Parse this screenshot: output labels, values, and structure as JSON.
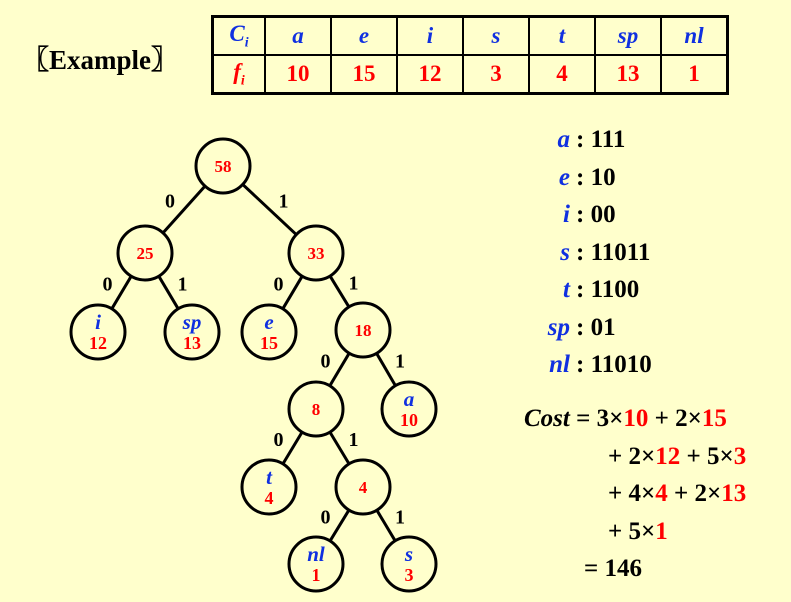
{
  "title": "〖Example〗",
  "table": {
    "row1_label": "C",
    "row1_sub": "i",
    "row2_label": "f",
    "row2_sub": "i",
    "chars": [
      "a",
      "e",
      "i",
      "s",
      "t",
      "sp",
      "nl"
    ],
    "freqs": [
      "10",
      "15",
      "12",
      "3",
      "4",
      "13",
      "1"
    ]
  },
  "tree": {
    "nodes": [
      {
        "id": "r",
        "value": "58",
        "char": ""
      },
      {
        "id": "n25",
        "value": "25",
        "char": ""
      },
      {
        "id": "n33",
        "value": "33",
        "char": ""
      },
      {
        "id": "i",
        "value": "12",
        "char": "i"
      },
      {
        "id": "sp",
        "value": "13",
        "char": "sp"
      },
      {
        "id": "e",
        "value": "15",
        "char": "e"
      },
      {
        "id": "n18",
        "value": "18",
        "char": ""
      },
      {
        "id": "n8",
        "value": "8",
        "char": ""
      },
      {
        "id": "a",
        "value": "10",
        "char": "a"
      },
      {
        "id": "t",
        "value": "4",
        "char": "t"
      },
      {
        "id": "n4",
        "value": "4",
        "char": ""
      },
      {
        "id": "nl",
        "value": "1",
        "char": "nl"
      },
      {
        "id": "s",
        "value": "3",
        "char": "s"
      }
    ],
    "edges": [
      {
        "from": "r",
        "to": "n25",
        "bit": "0"
      },
      {
        "from": "r",
        "to": "n33",
        "bit": "1"
      },
      {
        "from": "n25",
        "to": "i",
        "bit": "0"
      },
      {
        "from": "n25",
        "to": "sp",
        "bit": "1"
      },
      {
        "from": "n33",
        "to": "e",
        "bit": "0"
      },
      {
        "from": "n33",
        "to": "n18",
        "bit": "1"
      },
      {
        "from": "n18",
        "to": "n8",
        "bit": "0"
      },
      {
        "from": "n18",
        "to": "a",
        "bit": "1"
      },
      {
        "from": "n8",
        "to": "t",
        "bit": "0"
      },
      {
        "from": "n8",
        "to": "n4",
        "bit": "1"
      },
      {
        "from": "n4",
        "to": "nl",
        "bit": "0"
      },
      {
        "from": "n4",
        "to": "s",
        "bit": "1"
      }
    ]
  },
  "codes": [
    {
      "char": "a",
      "code": ": 111"
    },
    {
      "char": "e",
      "code": ": 10"
    },
    {
      "char": "i",
      "code": ": 00"
    },
    {
      "char": "s",
      "code": ": 11011"
    },
    {
      "char": "t",
      "code": ": 1100"
    },
    {
      "char": "sp",
      "code": ": 01"
    },
    {
      "char": "nl",
      "code": ": 11010"
    }
  ],
  "cost": {
    "label": "Cost",
    "lines": [
      [
        {
          "t": " = 3×",
          "c": "k"
        },
        {
          "t": "10",
          "c": "r"
        },
        {
          "t": " + 2×",
          "c": "k"
        },
        {
          "t": "15",
          "c": "r"
        }
      ],
      [
        {
          "t": "+ 2×",
          "c": "k"
        },
        {
          "t": "12",
          "c": "r"
        },
        {
          "t": " + 5×",
          "c": "k"
        },
        {
          "t": "3",
          "c": "r"
        }
      ],
      [
        {
          "t": "+ 4×",
          "c": "k"
        },
        {
          "t": "4",
          "c": "r"
        },
        {
          "t": " + 2×",
          "c": "k"
        },
        {
          "t": "13",
          "c": "r"
        }
      ],
      [
        {
          "t": "+ 5×",
          "c": "k"
        },
        {
          "t": "1",
          "c": "r"
        }
      ],
      [
        {
          "t": "= 146",
          "c": "k"
        }
      ]
    ]
  },
  "colors": {
    "bg": "#ffffcc",
    "blue": "#1030e0",
    "red": "#ff0000"
  }
}
